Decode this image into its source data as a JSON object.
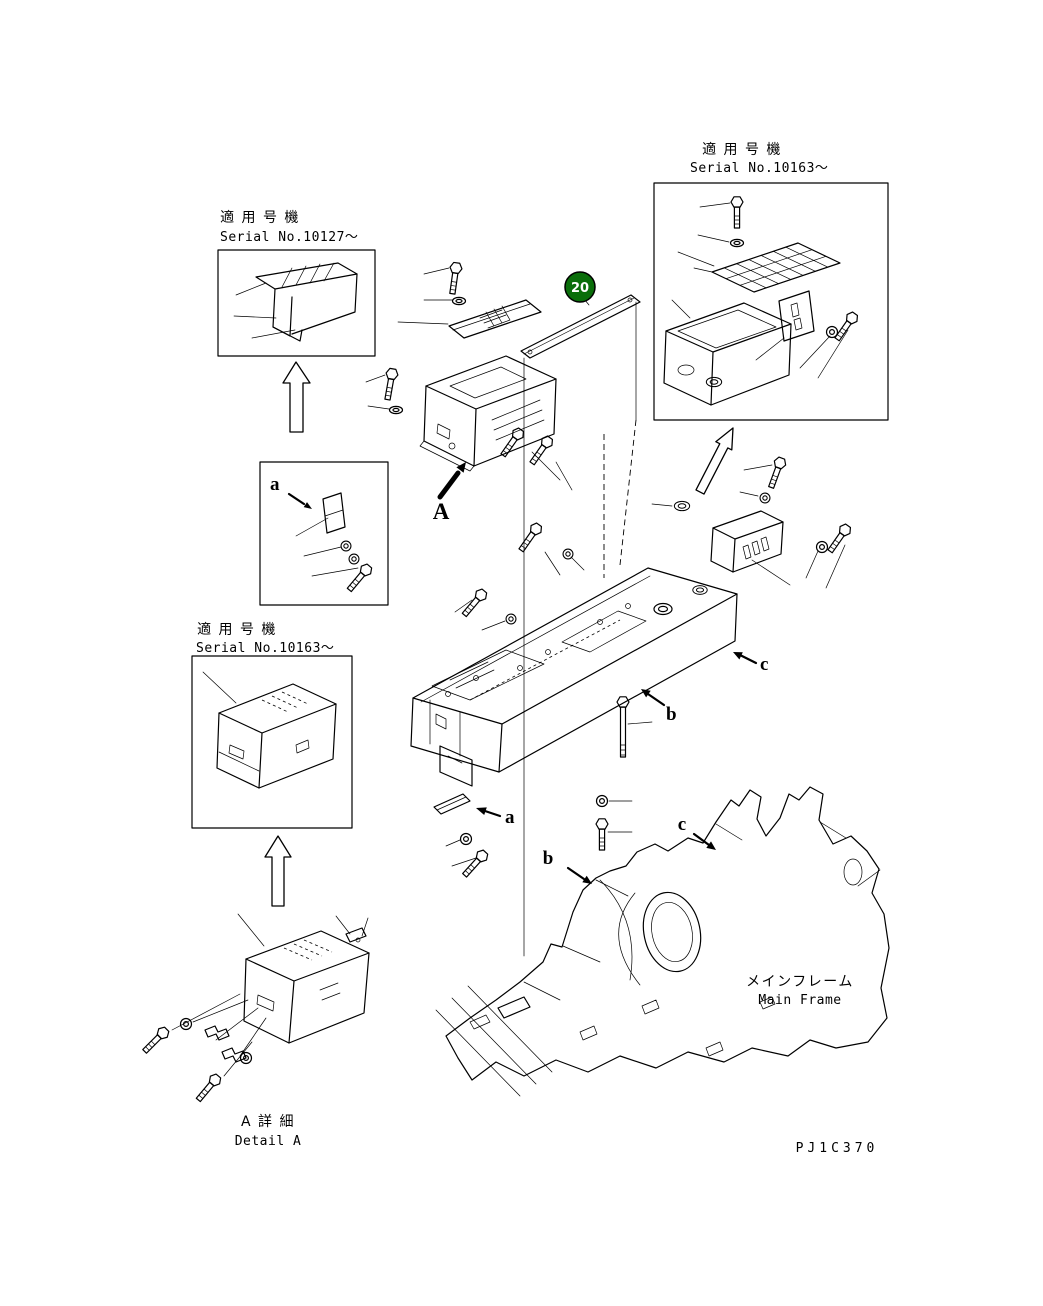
{
  "page": {
    "background": "#ffffff",
    "line_color": "#000000",
    "drawing_code": "PJ1C370"
  },
  "callout": {
    "number": "20",
    "fill": "#0a6e0a"
  },
  "detail_boxes": {
    "top_left": {
      "title": "適 用 号 機",
      "serial": "Serial No.10127～"
    },
    "top_right": {
      "title": "適 用 号 機",
      "serial": "Serial No.10163～"
    },
    "mid_left": {
      "title": "適 用 号 機",
      "serial": "Serial No.10163～"
    }
  },
  "view_labels": {
    "view_a": "A",
    "marker_a_box": "a",
    "marker_a": "a",
    "marker_b": "b",
    "marker_c": "c",
    "marker_b_frame": "b",
    "marker_c_frame": "c"
  },
  "main_frame": {
    "label_jp": "メインフレーム",
    "label_en": "Main Frame"
  },
  "detail_caption": {
    "jp": "A 詳 細",
    "en": "Detail A"
  }
}
